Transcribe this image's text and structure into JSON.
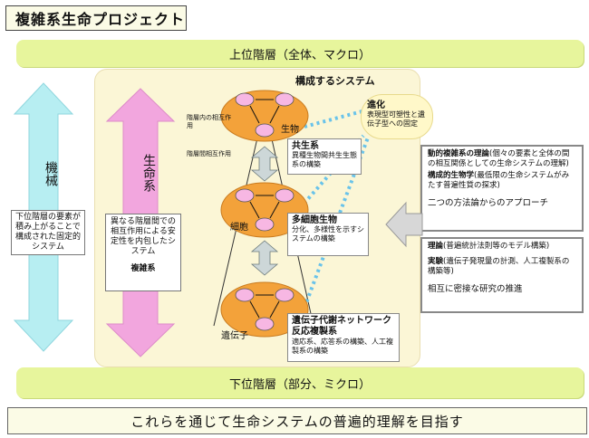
{
  "title": "複雑系生命プロジェクト",
  "upper_band": "上位階層（全体、マクロ）",
  "lower_band": "下位階層（部分、ミクロ）",
  "goal": "これらを通じて生命システムの普遍的理解を目指す",
  "mechanical": {
    "label": "機械",
    "desc": "下位階層の要素が積み上がることで構成された固定的システム"
  },
  "life_system": {
    "label": "生命系",
    "desc": "異なる階層間での相互作用による安定性を内包したシステム",
    "sub": "複雑系"
  },
  "system_title": "構成するシステム",
  "levels": {
    "organism": "生物",
    "cell": "細胞",
    "gene": "遺伝子"
  },
  "side_labels": {
    "intra": "階層内の相互作用",
    "inter": "階層間相互作用"
  },
  "evolution": {
    "title": "進化",
    "desc": "表現型可塑性と遺伝子型への固定"
  },
  "symbiosis": {
    "title": "共生系",
    "desc": "異種生物間共生生態系の構築"
  },
  "multicell": {
    "title": "多細胞生物",
    "desc": "分化、多様性を示すシステムの構築"
  },
  "genenet": {
    "title": "遺伝子代謝ネットワーク反応複製系",
    "desc": "適応系、応答系の構築、人工複製系の構築"
  },
  "right_top": {
    "item1_bold": "動的複雑系の理論",
    "item1": "(個々の要素と全体の間の相互関係としての生命システムの理解)",
    "item2_bold": "構成的生物学",
    "item2": "(最低限の生命システムがみたす普遍性質の探求)",
    "footer": "二つの方法論からのアプローチ"
  },
  "right_bottom": {
    "item1_bold": "理論",
    "item1": "(普遍統計法則等のモデル構築)",
    "item2_bold": "実験",
    "item2": "(遺伝子発現量の計測、人工複製系の構築等)",
    "footer": "相互に密接な研究の推進"
  },
  "colors": {
    "band": "#e7f59c",
    "outer": "#fbf6d6",
    "cyan_arrow": "#b7eef2",
    "pink_arrow": "#f2a6de",
    "orange_blob": "#f3a23a",
    "pink_node": "#f7b7e3",
    "dotted": "#69c3ea"
  },
  "icons": [
    "arrow-up-down-cyan-icon",
    "arrow-up-down-pink-icon",
    "arrow-left-gray-icon",
    "double-arrow-icon"
  ]
}
